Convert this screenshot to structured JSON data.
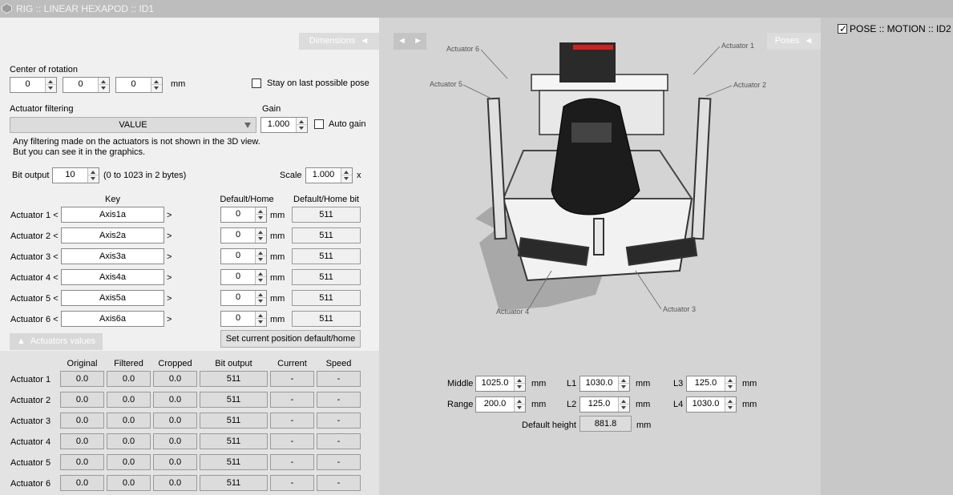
{
  "window": {
    "title": "RIG :: LINEAR HEXAPOD :: ID1"
  },
  "tabs": {
    "dimensions": "Dimensions",
    "viewer_nav_left": "◄",
    "viewer_nav_right": "►",
    "poses": "Poses",
    "actuators_values": "Actuators values"
  },
  "center_rotation": {
    "label": "Center of rotation",
    "x": "0",
    "y": "0",
    "z": "0",
    "unit": "mm"
  },
  "stay_last_pose": {
    "label": "Stay on last possible pose",
    "checked": false
  },
  "actuator_filtering": {
    "label": "Actuator filtering",
    "value": "VALUE",
    "note1": "Any filtering made on the actuators is not shown in the 3D view.",
    "note2": "But you can see it in the graphics."
  },
  "gain": {
    "label": "Gain",
    "value": "1.000",
    "auto_label": "Auto gain",
    "auto_checked": false
  },
  "bit_output": {
    "label": "Bit output",
    "value": "10",
    "hint": "(0 to 1023 in 2 bytes)"
  },
  "scale": {
    "label": "Scale",
    "value": "1.000",
    "unit": "x"
  },
  "actuators_table": {
    "header_key": "Key",
    "header_default": "Default/Home",
    "header_bit": "Default/Home bit",
    "unit": "mm",
    "rows": [
      {
        "label": "Actuator 1 <",
        "key": "Axis1a",
        "gt": ">",
        "default": "0",
        "bit": "511"
      },
      {
        "label": "Actuator 2 <",
        "key": "Axis2a",
        "gt": ">",
        "default": "0",
        "bit": "511"
      },
      {
        "label": "Actuator 3 <",
        "key": "Axis3a",
        "gt": ">",
        "default": "0",
        "bit": "511"
      },
      {
        "label": "Actuator 4 <",
        "key": "Axis4a",
        "gt": ">",
        "default": "0",
        "bit": "511"
      },
      {
        "label": "Actuator 5 <",
        "key": "Axis5a",
        "gt": ">",
        "default": "0",
        "bit": "511"
      },
      {
        "label": "Actuator 6 <",
        "key": "Axis6a",
        "gt": ">",
        "default": "0",
        "bit": "511"
      }
    ],
    "set_default_button": "Set current position default/home"
  },
  "values_table": {
    "headers": [
      "Original",
      "Filtered",
      "Cropped",
      "Bit output",
      "Current",
      "Speed"
    ],
    "rows": [
      {
        "label": "Actuator 1",
        "cells": [
          "0.0",
          "0.0",
          "0.0",
          "511",
          "-",
          "-"
        ]
      },
      {
        "label": "Actuator 2",
        "cells": [
          "0.0",
          "0.0",
          "0.0",
          "511",
          "-",
          "-"
        ]
      },
      {
        "label": "Actuator 3",
        "cells": [
          "0.0",
          "0.0",
          "0.0",
          "511",
          "-",
          "-"
        ]
      },
      {
        "label": "Actuator 4",
        "cells": [
          "0.0",
          "0.0",
          "0.0",
          "511",
          "-",
          "-"
        ]
      },
      {
        "label": "Actuator 5",
        "cells": [
          "0.0",
          "0.0",
          "0.0",
          "511",
          "-",
          "-"
        ]
      },
      {
        "label": "Actuator 6",
        "cells": [
          "0.0",
          "0.0",
          "0.0",
          "511",
          "-",
          "-"
        ]
      }
    ]
  },
  "viewer_labels": {
    "a1": "Actuator 1",
    "a2": "Actuator 2",
    "a3": "Actuator 3",
    "a4": "Actuator 4",
    "a5": "Actuator 5",
    "a6": "Actuator 6"
  },
  "dims": {
    "middle_label": "Middle",
    "middle": "1025.0",
    "range_label": "Range",
    "range": "200.0",
    "l1_label": "L1",
    "l1": "1030.0",
    "l2_label": "L2",
    "l2": "125.0",
    "l3_label": "L3",
    "l3": "125.0",
    "l4_label": "L4",
    "l4": "1030.0",
    "unit": "mm",
    "default_height_label": "Default height",
    "default_height": "881.8"
  },
  "pose_motion": {
    "label": "POSE :: MOTION :: ID2",
    "checked": true
  }
}
